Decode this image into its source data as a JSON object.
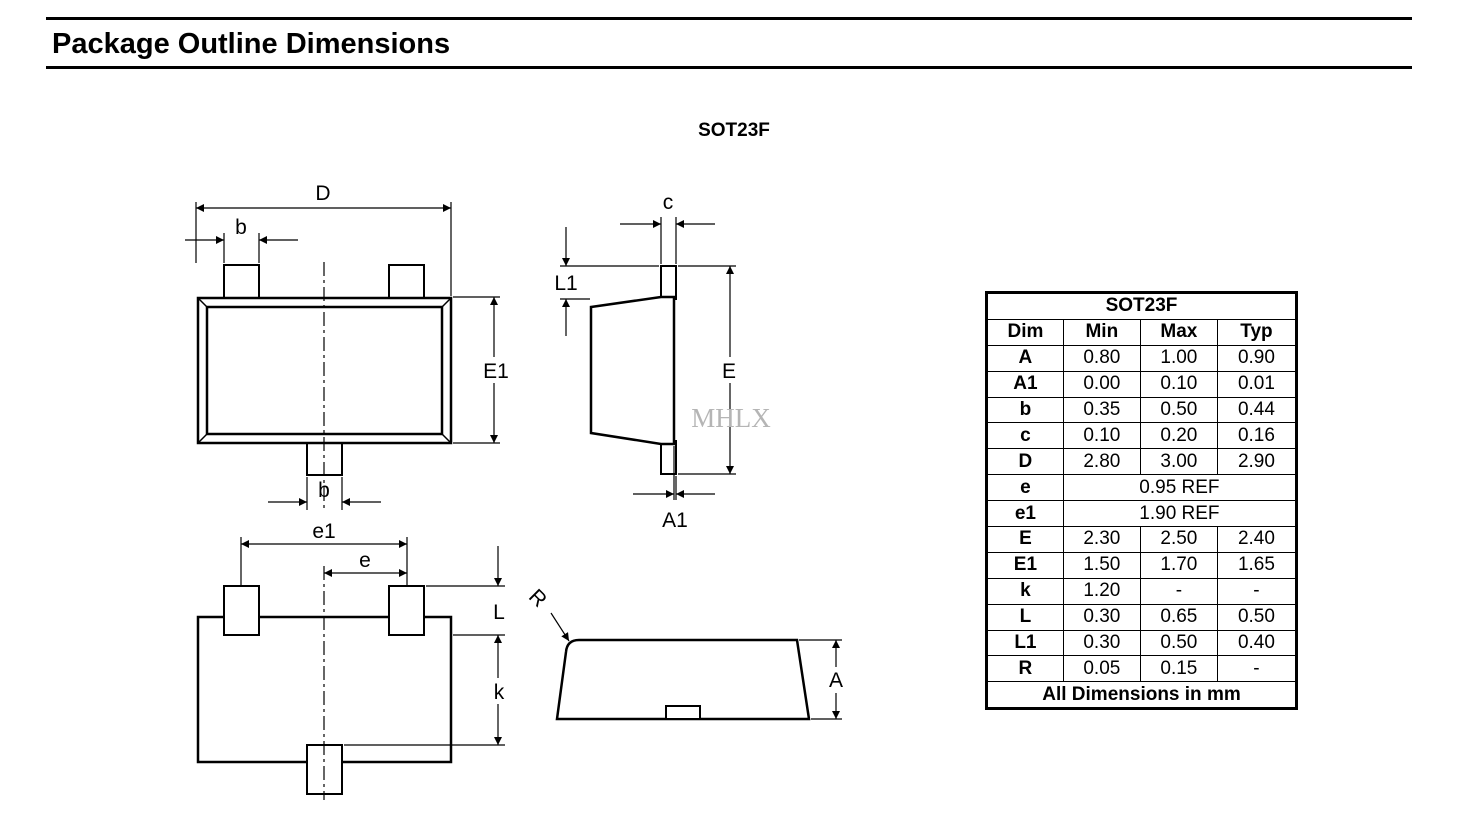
{
  "page": {
    "title": "Package Outline Dimensions"
  },
  "drawing": {
    "package_name": "SOT23F",
    "labels": {
      "D": "D",
      "b_top": "b",
      "b_bottom": "b",
      "E1": "E1",
      "c": "c",
      "L1": "L1",
      "E": "E",
      "A1": "A1",
      "e1": "e1",
      "e": "e",
      "L": "L",
      "k": "k",
      "R": "R",
      "A": "A"
    },
    "watermark": "MHLX"
  },
  "table": {
    "title": "SOT23F",
    "headers": [
      "Dim",
      "Min",
      "Max",
      "Typ"
    ],
    "rows": [
      {
        "dim": "A",
        "min": "0.80",
        "max": "1.00",
        "typ": "0.90"
      },
      {
        "dim": "A1",
        "min": "0.00",
        "max": "0.10",
        "typ": "0.01"
      },
      {
        "dim": "b",
        "min": "0.35",
        "max": "0.50",
        "typ": "0.44"
      },
      {
        "dim": "c",
        "min": "0.10",
        "max": "0.20",
        "typ": "0.16"
      },
      {
        "dim": "D",
        "min": "2.80",
        "max": "3.00",
        "typ": "2.90"
      },
      {
        "dim": "e",
        "ref": "0.95 REF"
      },
      {
        "dim": "e1",
        "ref": "1.90 REF"
      },
      {
        "dim": "E",
        "min": "2.30",
        "max": "2.50",
        "typ": "2.40"
      },
      {
        "dim": "E1",
        "min": "1.50",
        "max": "1.70",
        "typ": "1.65"
      },
      {
        "dim": "k",
        "min": "1.20",
        "max": "-",
        "typ": "-"
      },
      {
        "dim": "L",
        "min": "0.30",
        "max": "0.65",
        "typ": "0.50"
      },
      {
        "dim": "L1",
        "min": "0.30",
        "max": "0.50",
        "typ": "0.40"
      },
      {
        "dim": "R",
        "min": "0.05",
        "max": "0.15",
        "typ": "-"
      }
    ],
    "footer": "All Dimensions in mm"
  }
}
